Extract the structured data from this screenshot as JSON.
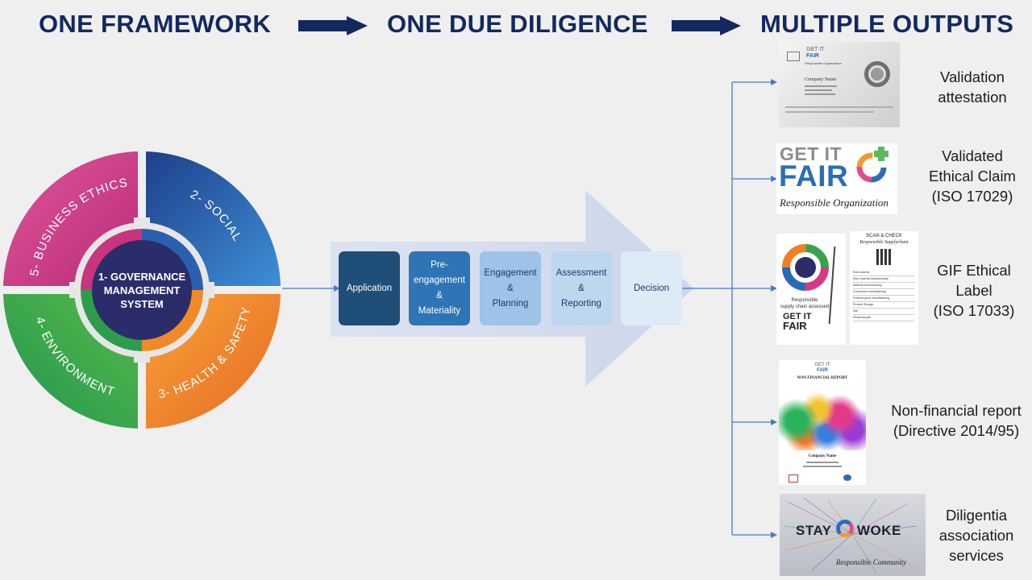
{
  "headers": {
    "framework": "ONE FRAMEWORK",
    "due_diligence": "ONE DUE DILIGENCE",
    "outputs": "MULTIPLE OUTPUTS"
  },
  "wheel": {
    "center_line1": "1- GOVERNANCE",
    "center_line2": "MANAGEMENT",
    "center_line3": "SYSTEM",
    "segments": [
      {
        "label": "5- BUSINESS ETHICS",
        "color": "#d33a86"
      },
      {
        "label": "2- SOCIAL",
        "color": "#2a68b8"
      },
      {
        "label": "3- HEALTH & SAFETY",
        "color": "#ef8124"
      },
      {
        "label": "4- ENVIRONMENT",
        "color": "#37a24a"
      }
    ]
  },
  "process_steps": [
    {
      "label": "Application"
    },
    {
      "label": "Pre-\nengagement\n&\nMateriality"
    },
    {
      "label": "Engagement\n&\nPlanning"
    },
    {
      "label": "Assessment\n&\nReporting"
    },
    {
      "label": "Decision"
    }
  ],
  "outputs": [
    {
      "label": "Validation\nattestation"
    },
    {
      "label": "Validated\nEthical Claim\n(ISO 17029)"
    },
    {
      "label": "GIF Ethical\nLabel\n(ISO 17033)"
    },
    {
      "label": "Non-financial report\n(Directive 2014/95)"
    },
    {
      "label": "Diligentia\nassociation\nservices"
    }
  ],
  "thumbnails": {
    "certificate": {
      "brand_top": "GET IT",
      "brand_bottom": "FAIR",
      "subtitle": "Responsible Organization",
      "company": "Company Name"
    },
    "ethical_claim": {
      "top": "GET IT",
      "bottom": "FAIR",
      "script": "Responsible Organization"
    },
    "label_front": {
      "caption1": "Responsible",
      "caption2": "supply chain assessed",
      "brand_top": "GET IT",
      "brand_bottom": "FAIR"
    },
    "label_back": {
      "scan": "SCAN & CHECK",
      "script": "Responsible Supplychain",
      "rows": [
        "Raw material",
        "Raw material manufacturing",
        "Material manufacturing",
        "Component manufacturing",
        "Finished good manufacturing",
        "Product Storage",
        "Use",
        "Reuse/recycle"
      ]
    },
    "report": {
      "brand_top": "GET IT",
      "brand_bottom": "FAIR",
      "title": "NON-FINANCIAL REPORT",
      "company": "Company Name"
    },
    "staywoke": {
      "left": "STAY",
      "right": "WOKE",
      "script": "Responsible Community"
    }
  },
  "colors": {
    "header_text": "#13295e",
    "connector": "#4a79c4",
    "step1": "#1f4e79",
    "step2": "#2e75b6",
    "step3": "#9dc3e6",
    "step4": "#bdd7ee",
    "step5": "#ddebf7"
  }
}
